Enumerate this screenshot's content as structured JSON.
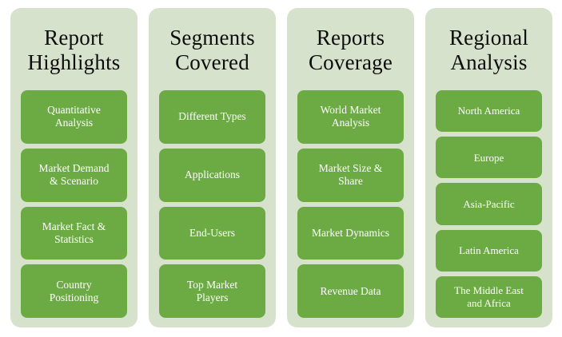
{
  "theme": {
    "panel_background": "#d7e2cd",
    "box_background": "#6cab44",
    "box_text_color": "#ffffff",
    "title_text_color": "#0d0d0d",
    "page_background": "#ffffff"
  },
  "panels": [
    {
      "title": "Report\nHighlights",
      "items": [
        "Quantitative\nAnalysis",
        "Market Demand\n& Scenario",
        "Market Fact &\nStatistics",
        "Country\nPositioning"
      ]
    },
    {
      "title": "Segments\nCovered",
      "items": [
        "Different Types",
        "Applications",
        "End-Users",
        "Top Market\nPlayers"
      ]
    },
    {
      "title": "Reports\nCoverage",
      "items": [
        "World Market\nAnalysis",
        "Market Size &\nShare",
        "Market Dynamics",
        "Revenue Data"
      ]
    },
    {
      "title": "Regional\nAnalysis",
      "items": [
        "North America",
        "Europe",
        "Asia-Pacific",
        "Latin America",
        "The Middle East\nand Africa"
      ]
    }
  ]
}
